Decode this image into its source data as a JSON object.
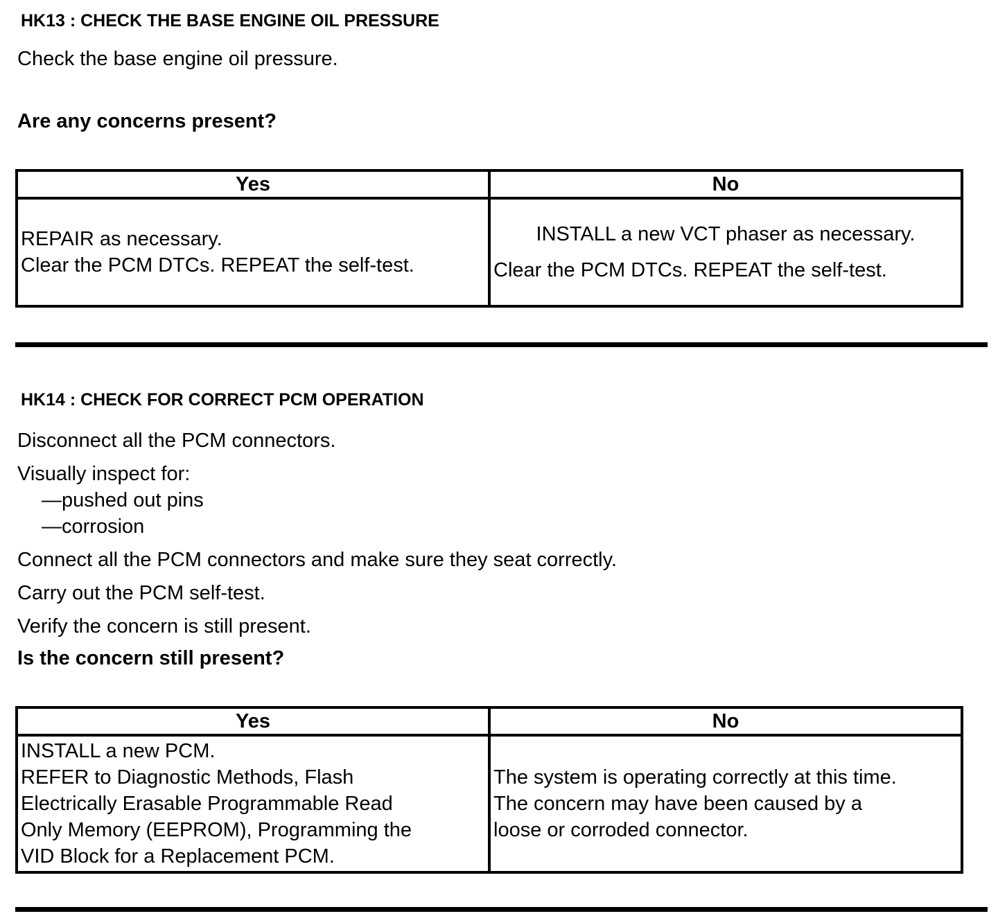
{
  "colors": {
    "ink": "#000000",
    "paper": "#ffffff"
  },
  "hk13": {
    "title": "HK13 : CHECK THE BASE ENGINE OIL PRESSURE",
    "instruction": "Check the base engine oil pressure.",
    "question": "Are any concerns present?",
    "table": {
      "yes_header": "Yes",
      "no_header": "No",
      "yes_action_1": "REPAIR as necessary.",
      "yes_action_2": "Clear the PCM DTCs. REPEAT the self-test.",
      "no_action_1": "INSTALL a new VCT phaser as necessary.",
      "no_action_2": "Clear the PCM DTCs. REPEAT the self-test."
    }
  },
  "hk14": {
    "title": "HK14 : CHECK FOR CORRECT PCM OPERATION",
    "instruction_1": "Disconnect all the PCM connectors.",
    "instruction_2": "Visually inspect for:",
    "inspect_item_1": "—pushed out pins",
    "inspect_item_2": "—corrosion",
    "instruction_3": "Connect all the PCM connectors and make sure they seat correctly.",
    "instruction_4": "Carry out the PCM self-test.",
    "instruction_5": "Verify the concern is still present.",
    "question": "Is the concern still present?",
    "table": {
      "yes_header": "Yes",
      "no_header": "No",
      "yes_action_1": "INSTALL a new PCM.",
      "yes_action_2": "REFER to Diagnostic Methods, Flash\nElectrically Erasable Programmable Read\nOnly Memory (EEPROM), Programming the\nVID Block for a Replacement PCM.",
      "no_action": "The system is operating correctly at this time.\nThe concern may have been caused by a\nloose or corroded connector."
    }
  }
}
